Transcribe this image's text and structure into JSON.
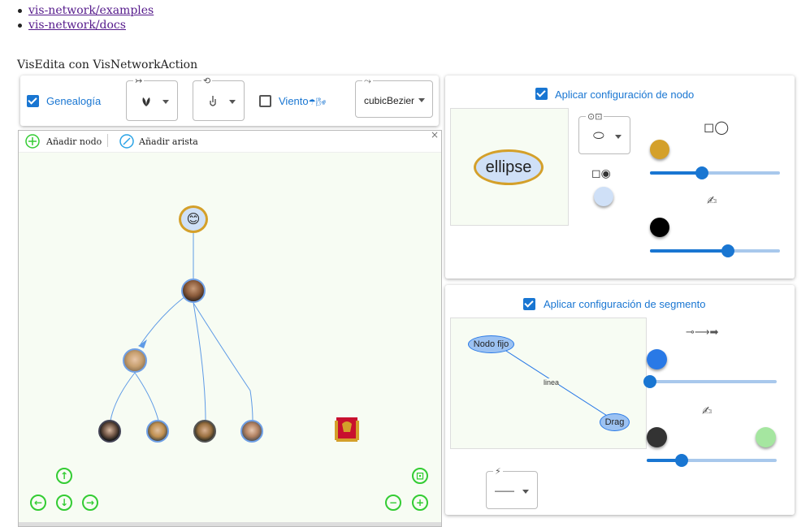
{
  "links": [
    "vis-network/examples",
    "vis-network/docs"
  ],
  "heading": "VisEdita con VisNetworkAction",
  "toolbar": {
    "genealogia_label": "Genealogía",
    "viento_label": "Viento",
    "viento_icons": "☂🌬",
    "edge_select_value": "cubicBezier",
    "leaf_icon": "leaf-icon",
    "smooth_legend": "⤳",
    "arrow_legend": "↣",
    "rotate_legend": "⟲"
  },
  "network": {
    "add_node_label": "Añadir nodo",
    "add_edge_label": "Añadir arista",
    "close_label": "×",
    "root_emoji": "😊"
  },
  "node_config": {
    "apply_label": "Aplicar configuración de nodo",
    "preview_label": "ellipse",
    "shape_legend": "⊙⊡",
    "shape_value": "⬭",
    "shape_icons": "◻◉",
    "size_icons": "◻◯",
    "font_icon": "✍",
    "border_color": "#d4a02a",
    "fill_color": "#cfe0f7",
    "bg_color": "#d4a02a",
    "font_color": "#000000",
    "slider1_value": 0.43,
    "slider2_value": 0.6
  },
  "edge_config": {
    "apply_label": "Aplicar configuración de segmento",
    "node_a_label": "Nodo fijo",
    "node_b_label": "Drag",
    "edge_label": "linea",
    "dash_legend": "⚡",
    "dash_value": "——",
    "arrow_icons": "⊸⟶➡",
    "font_icon": "✍",
    "edge_color": "#2979e6",
    "font_color": "#333333",
    "bg_color": "#a5e6a0",
    "slider1_value": 0.0,
    "slider2_value": 0.27
  }
}
